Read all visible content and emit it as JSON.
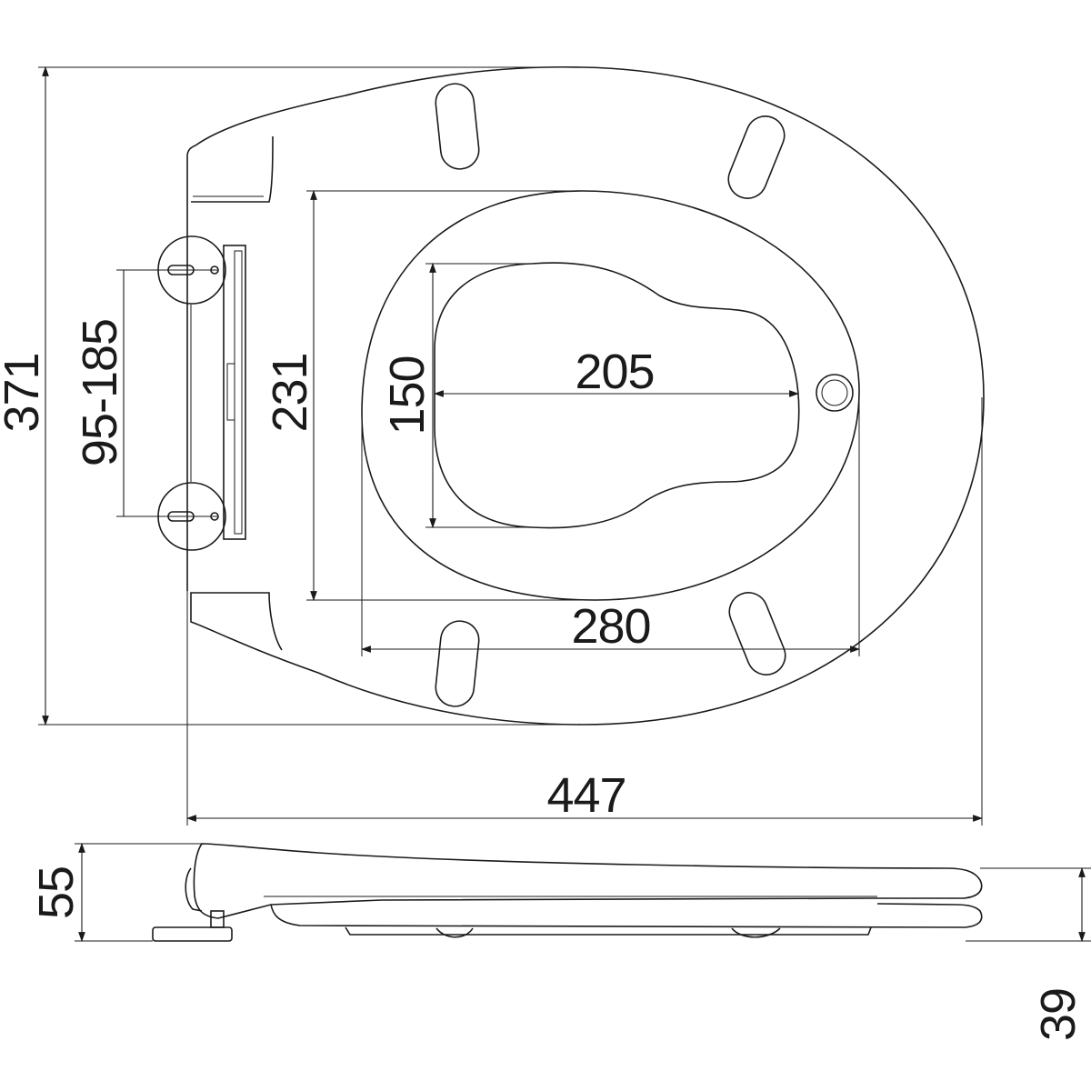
{
  "dimensions": {
    "overall_depth": "371",
    "hinge_spacing": "95-185",
    "inner_length": "231",
    "opening_width": "150",
    "opening_length": "205",
    "inner_width": "280",
    "overall_width": "447",
    "side_height": "55",
    "seat_height": "39"
  },
  "icons": {
    "hinge": "hinge-plate-icon",
    "bumper": "bumper-pad-icon",
    "bidet_hole": "bidet-hole-icon"
  }
}
